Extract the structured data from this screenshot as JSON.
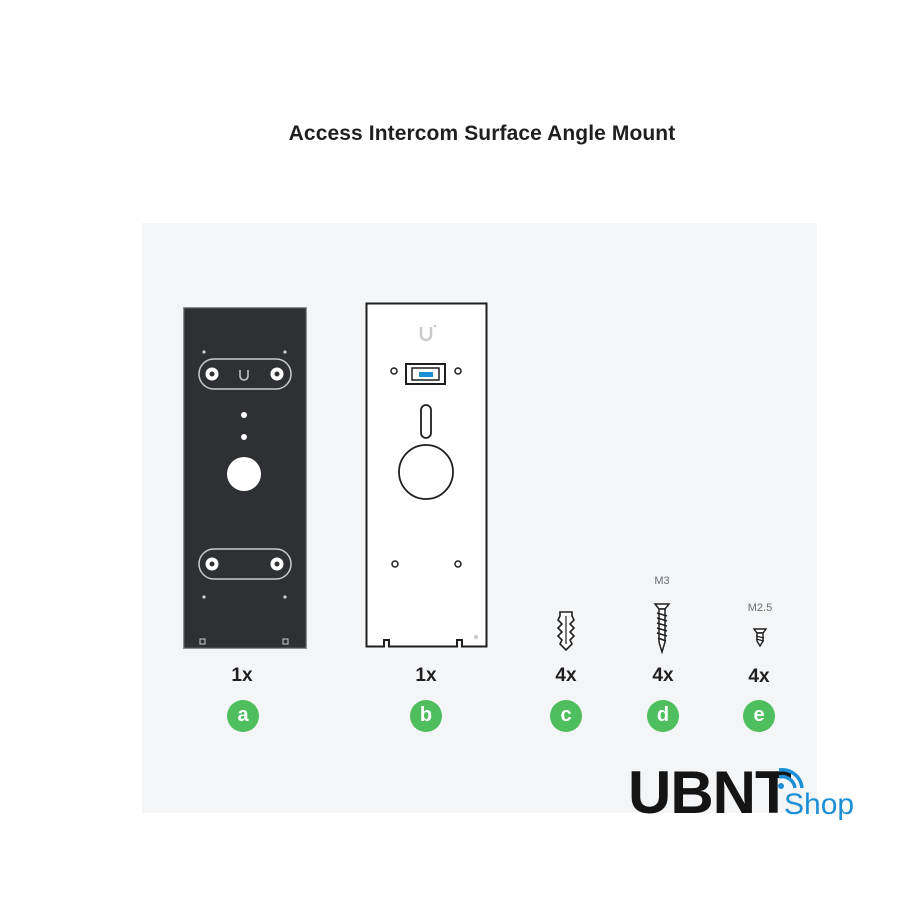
{
  "title": "Access Intercom Surface Angle Mount",
  "parts": [
    {
      "qty": "1x",
      "label": "a",
      "spec": ""
    },
    {
      "qty": "1x",
      "label": "b",
      "spec": ""
    },
    {
      "qty": "4x",
      "label": "c",
      "spec": ""
    },
    {
      "qty": "4x",
      "label": "d",
      "spec": "M3"
    },
    {
      "qty": "4x",
      "label": "e",
      "spec": "M2.5"
    }
  ],
  "logo": {
    "main": "UBNT",
    "sub": "Shop"
  },
  "colors": {
    "badge": "#4fbe5f",
    "plate_dark": "#2f3033",
    "logo_blue": "#1d8fd6",
    "panel": "#f4f5f7"
  },
  "icons": [
    "ubiquiti-u-icon",
    "wall-anchor-icon",
    "screw-icon",
    "wifi-icon"
  ]
}
